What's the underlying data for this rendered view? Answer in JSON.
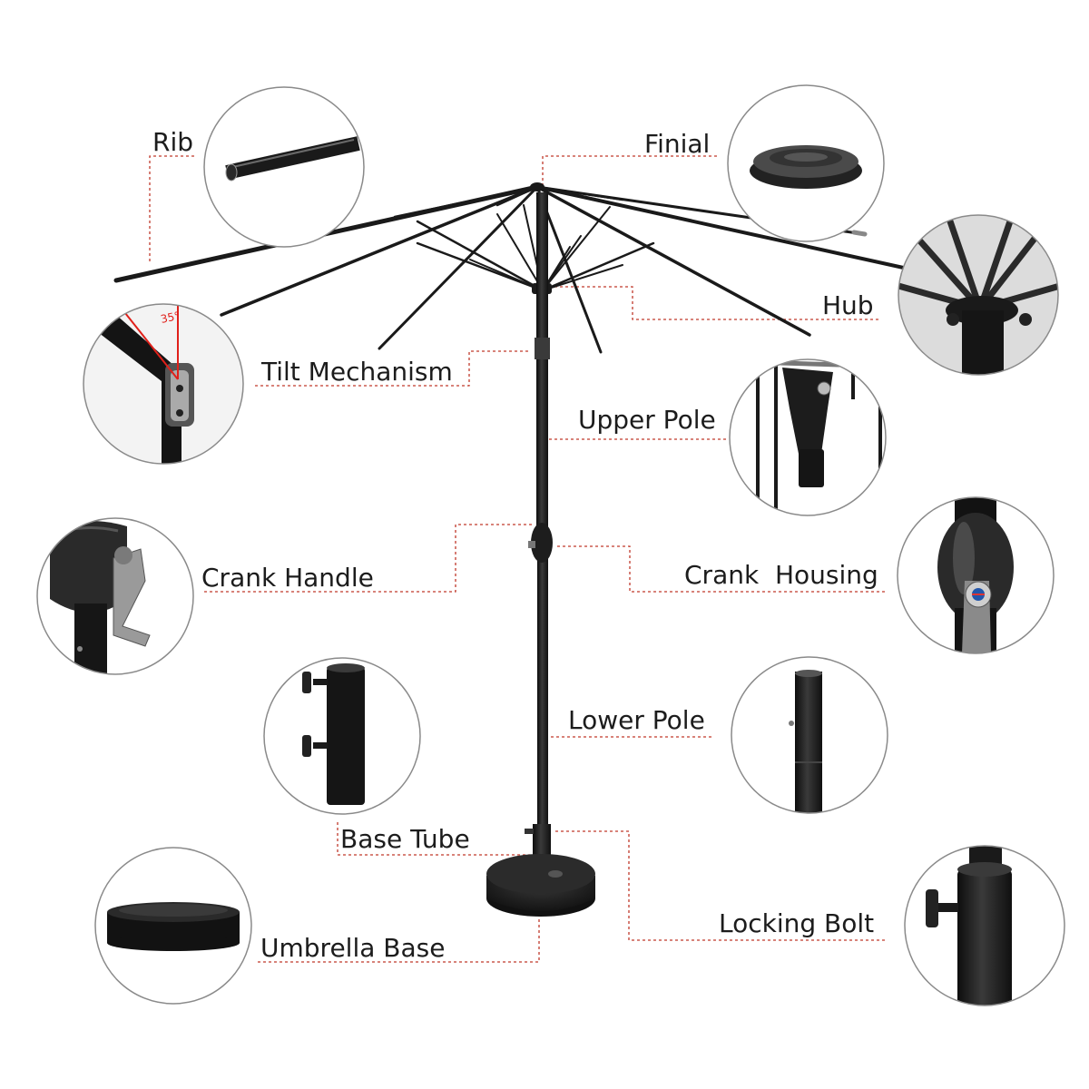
{
  "parts": {
    "rib": "Rib",
    "finial": "Finial",
    "hub": "Hub",
    "tilt": "Tilt Mechanism",
    "tilt_angle": "35°",
    "upper_pole": "Upper Pole",
    "crank_handle": "Crank Handle",
    "crank_housing": "Crank  Housing",
    "lower_pole": "Lower Pole",
    "base_tube": "Base Tube",
    "umbrella_base": "Umbrella Base",
    "locking_bolt": "Locking Bolt"
  },
  "colors": {
    "leader_line": "#c0392b",
    "frame": "#1a1a1a",
    "circle_outline": "#8a8a8a",
    "text": "#1c1c1c"
  }
}
